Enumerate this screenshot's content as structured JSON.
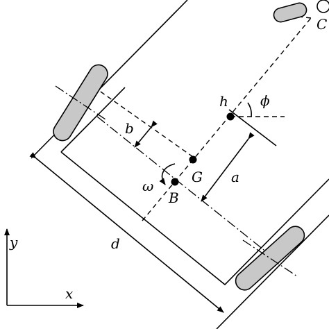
{
  "labels": {
    "b": "b",
    "G": "G",
    "B": "B",
    "omega": "ω",
    "a": "a",
    "h": "h",
    "phi": "ϕ",
    "C": "C",
    "d": "d",
    "x": "x",
    "y": "y"
  }
}
